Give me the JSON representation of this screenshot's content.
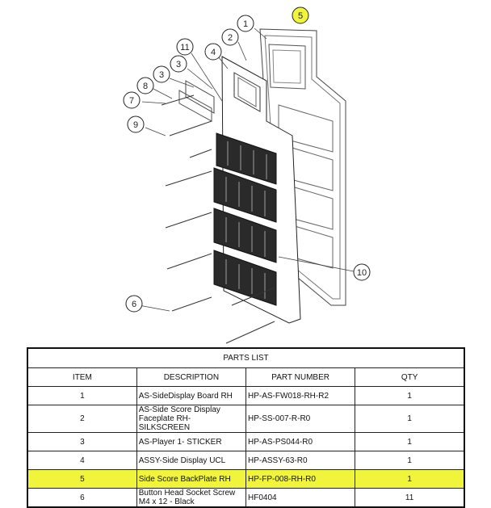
{
  "callouts": {
    "c1": "1",
    "c2": "2",
    "c3a": "3",
    "c3b": "3",
    "c4": "4",
    "c5": "5",
    "c6": "6",
    "c7": "7",
    "c8": "8",
    "c9": "9",
    "c10": "10",
    "c11": "11"
  },
  "highlight_color": "#f0f53b",
  "parts_list": {
    "title": "PARTS LIST",
    "headers": {
      "item": "ITEM",
      "description": "DESCRIPTION",
      "part_number": "PART NUMBER",
      "qty": "QTY"
    },
    "rows": [
      {
        "item": "1",
        "description": "AS-SideDisplay Board RH",
        "part_number": "HP-AS-FW018-RH-R2",
        "qty": "1"
      },
      {
        "item": "2",
        "description": "AS-Side Score Display Faceplate RH- SILKSCREEN",
        "part_number": "HP-SS-007-R-R0",
        "qty": "1"
      },
      {
        "item": "3",
        "description": "AS-Player 1- STICKER",
        "part_number": "HP-AS-PS044-R0",
        "qty": "1"
      },
      {
        "item": "4",
        "description": "ASSY-Side Display UCL",
        "part_number": "HP-ASSY-63-R0",
        "qty": "1"
      },
      {
        "item": "5",
        "description": "Side Score BackPlate RH",
        "part_number": "HP-FP-008-RH-R0",
        "qty": "1"
      },
      {
        "item": "6",
        "description": "Button Head Socket Screw M4 x 12 - Black",
        "part_number": "HF0404",
        "qty": "11"
      }
    ]
  }
}
